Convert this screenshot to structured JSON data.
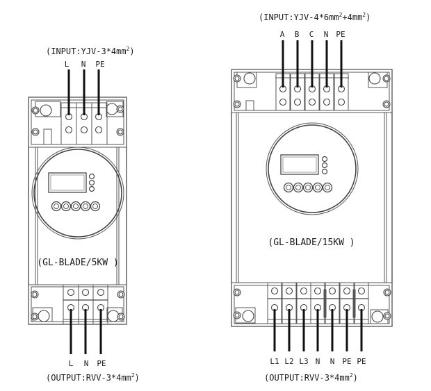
{
  "devices": [
    {
      "id": "5kw",
      "model_label": "(GL-BLADE/5KW )",
      "input": {
        "caption": "(INPUT:YJV-3*4mm",
        "caption_sup": "2",
        "caption_end": ")",
        "terminals": [
          "L",
          "N",
          "PE"
        ]
      },
      "output": {
        "caption": "(OUTPUT:RVV-3*4mm",
        "caption_sup": "2",
        "caption_end": ")",
        "terminals": [
          "L",
          "N",
          "PE"
        ]
      },
      "indicator_leds": 3,
      "front_buttons": 5
    },
    {
      "id": "15kw",
      "model_label": "(GL-BLADE/15KW )",
      "input": {
        "caption": "(INPUT:YJV-4*6mm",
        "caption_sup": "2",
        "caption_mid": "+4mm",
        "caption_sup2": "2",
        "caption_end": ")",
        "terminals": [
          "A",
          "B",
          "C",
          "N",
          "PE"
        ]
      },
      "output": {
        "caption": "(OUTPUT:RVV-3*4mm",
        "caption_sup": "2",
        "caption_end": ")",
        "terminals": [
          "L1",
          "L2",
          "L3",
          "N",
          "N",
          "PE",
          "PE"
        ]
      },
      "indicator_leds": 3,
      "front_buttons": 5
    }
  ],
  "colors": {
    "line": "#444444",
    "wire": "#111111",
    "background": "#ffffff"
  }
}
